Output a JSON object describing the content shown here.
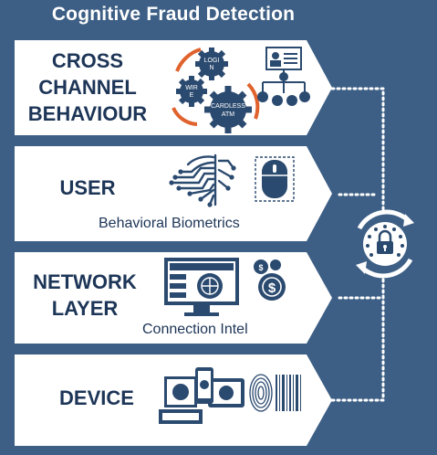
{
  "title": "Cognitive Fraud Detection",
  "colors": {
    "background": "#3d5f85",
    "panel": "#ffffff",
    "text": "#1d3557",
    "icon": "#2b4a6f",
    "accent": "#e0622d"
  },
  "layers": [
    {
      "label_lines": [
        "CROSS",
        "CHANNEL",
        "BEHAVIOUR"
      ],
      "subtitle": "",
      "icons": [
        "gears-icon",
        "org-chart-icon"
      ],
      "gear_labels": [
        "LOGI N",
        "WIR E",
        "CARDLESS ATM"
      ]
    },
    {
      "label_lines": [
        "USER"
      ],
      "subtitle": "Behavioral Biometrics",
      "icons": [
        "brain-circuit-icon",
        "mouse-icon"
      ]
    },
    {
      "label_lines": [
        "NETWORK",
        "LAYER"
      ],
      "subtitle": "Connection Intel",
      "icons": [
        "monitor-network-icon",
        "dollar-coins-icon"
      ]
    },
    {
      "label_lines": [
        "DEVICE"
      ],
      "subtitle": "",
      "icons": [
        "devices-icon",
        "fingerprint-icon"
      ]
    }
  ],
  "hub_icon": "lock-cycle-icon"
}
